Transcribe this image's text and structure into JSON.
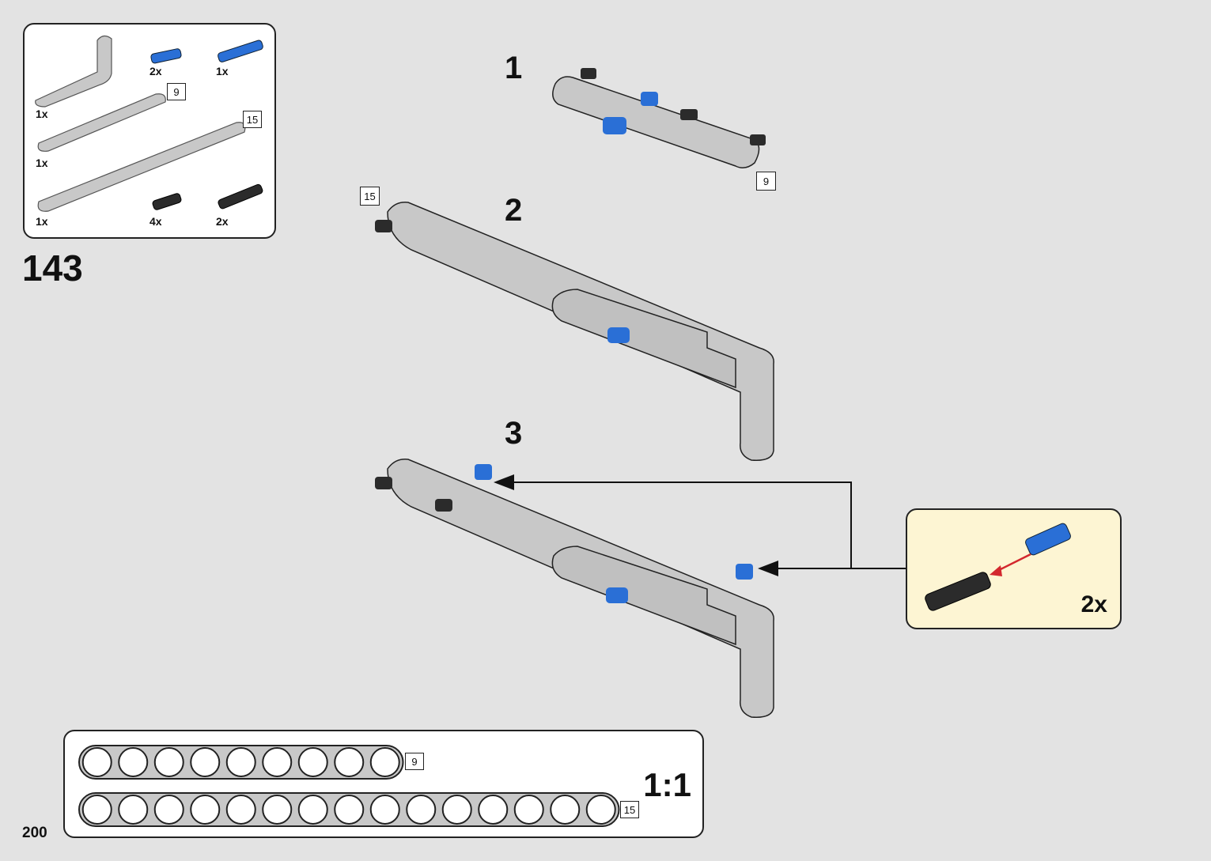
{
  "page": {
    "step_number": "143",
    "page_number": "200",
    "background": "#e3e3e3"
  },
  "parts_list": {
    "items": [
      {
        "part": "l-beam-3x5",
        "color": "light-gray",
        "qty": "1x"
      },
      {
        "part": "pin-short-friction",
        "color": "blue",
        "qty": "2x"
      },
      {
        "part": "axle-pin-long",
        "color": "blue",
        "qty": "1x"
      },
      {
        "part": "beam-9",
        "color": "light-gray",
        "qty": "1x",
        "length": "9"
      },
      {
        "part": "beam-15",
        "color": "light-gray",
        "qty": "1x",
        "length": "15"
      },
      {
        "part": "pin-friction",
        "color": "black",
        "qty": "4x"
      },
      {
        "part": "pin-long-stop-bush",
        "color": "black",
        "qty": "2x"
      }
    ]
  },
  "substeps": [
    {
      "number": "1",
      "length_callout": "9"
    },
    {
      "number": "2",
      "length_callout": "15"
    },
    {
      "number": "3"
    }
  ],
  "callout": {
    "qty": "2x",
    "background": "#fdf5d3",
    "arrow_color": "#d3282e"
  },
  "scale_ruler": {
    "label": "1:1",
    "beams": [
      {
        "holes": 9,
        "length_label": "9"
      },
      {
        "holes": 15,
        "length_label": "15"
      }
    ]
  },
  "colors": {
    "beam_gray": "#c8c8c8",
    "blue": "#2a6fd6",
    "black_part": "#2b2b2b",
    "outline": "#222222"
  }
}
